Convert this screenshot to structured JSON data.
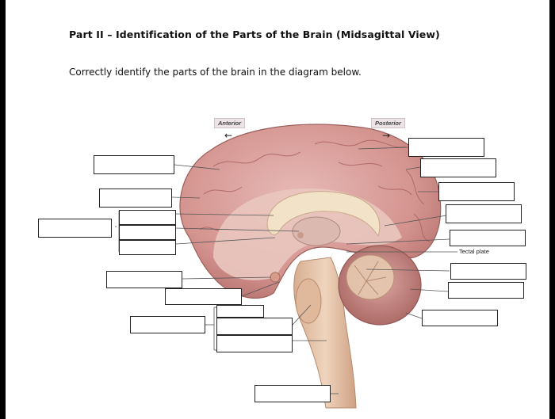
{
  "worksheet": {
    "title": "Part II – Identification of the Parts of the Brain (Midsagittal View)",
    "instructions": "Correctly identify the parts of the brain in the diagram below."
  },
  "diagram": {
    "anterior_label": "Anterior",
    "posterior_label": "Posterior",
    "arrow_left": "←",
    "arrow_right": "→",
    "tectal_label": "Tectal plate",
    "answer_boxes": [
      {
        "id": "L1",
        "value": ""
      },
      {
        "id": "L2",
        "value": ""
      },
      {
        "id": "L3a",
        "value": ""
      },
      {
        "id": "L3b",
        "value": ""
      },
      {
        "id": "L3c",
        "value": ""
      },
      {
        "id": "L4",
        "value": ""
      },
      {
        "id": "L5",
        "value": ""
      },
      {
        "id": "L6",
        "value": ""
      },
      {
        "id": "L7",
        "value": ""
      },
      {
        "id": "L8a",
        "value": ""
      },
      {
        "id": "L8b",
        "value": ""
      },
      {
        "id": "L8c",
        "value": ""
      },
      {
        "id": "L9",
        "value": ""
      },
      {
        "id": "R1",
        "value": ""
      },
      {
        "id": "R2",
        "value": ""
      },
      {
        "id": "R3",
        "value": ""
      },
      {
        "id": "R4",
        "value": ""
      },
      {
        "id": "R5",
        "value": ""
      },
      {
        "id": "R6",
        "value": ""
      },
      {
        "id": "R7",
        "value": ""
      },
      {
        "id": "R8",
        "value": ""
      }
    ]
  }
}
